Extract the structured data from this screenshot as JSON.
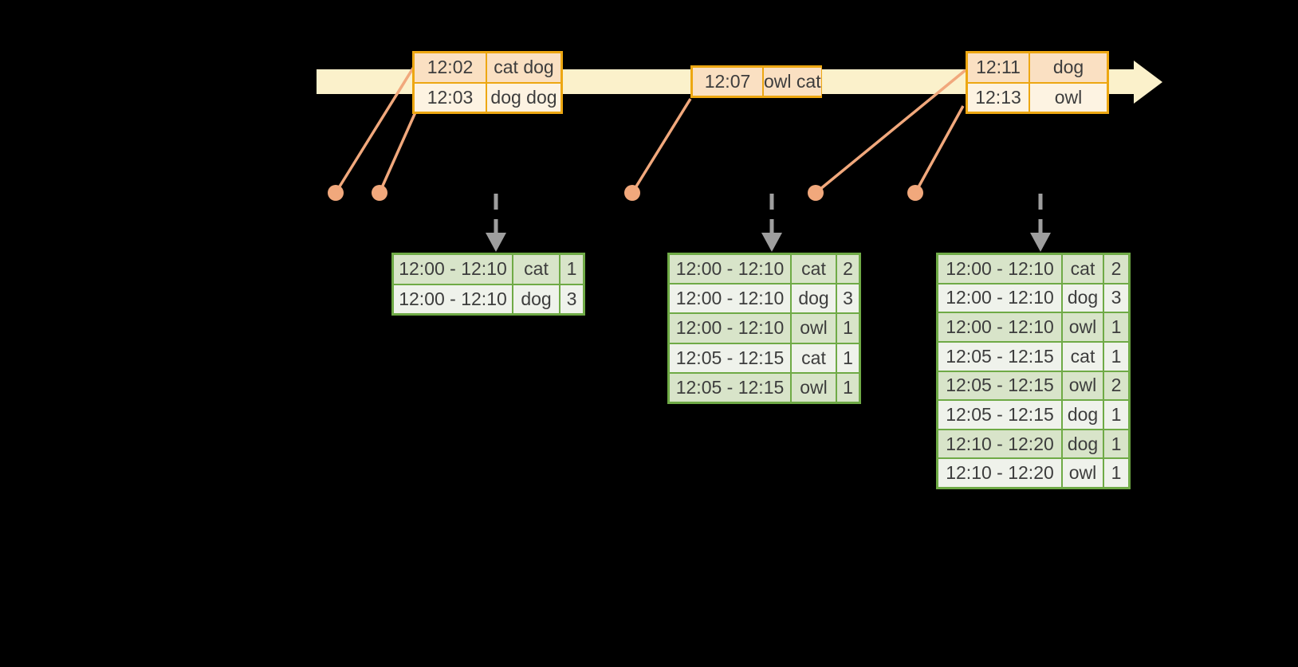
{
  "palette": {
    "background": "#000000",
    "timeline_band": "#FBF1CB",
    "event_table_border": "#EDA712",
    "event_row_dark_bg": "#FAE0C2",
    "event_row_light_bg": "#FDF3E2",
    "connector_salmon": "#F1A87C",
    "result_table_border": "#6FAA46",
    "result_row_dark_bg": "#D8E4C9",
    "result_row_light_bg": "#EFF2EB",
    "trigger_arrow_gray": "#9E9E9E",
    "table_text": "#3D3D3D"
  },
  "timeline": {
    "event_tables": [
      {
        "rows": [
          {
            "time": "12:02",
            "words": "cat dog"
          },
          {
            "time": "12:03",
            "words": "dog dog"
          }
        ]
      },
      {
        "rows": [
          {
            "time": "12:07",
            "words": "owl cat"
          }
        ]
      },
      {
        "rows": [
          {
            "time": "12:11",
            "words": "dog"
          },
          {
            "time": "12:13",
            "words": "owl"
          }
        ]
      }
    ]
  },
  "result_tables": [
    {
      "rows": [
        {
          "window": "12:00 - 12:10",
          "word": "cat",
          "count": "1"
        },
        {
          "window": "12:00 - 12:10",
          "word": "dog",
          "count": "3"
        }
      ]
    },
    {
      "rows": [
        {
          "window": "12:00 - 12:10",
          "word": "cat",
          "count": "2"
        },
        {
          "window": "12:00 - 12:10",
          "word": "dog",
          "count": "3"
        },
        {
          "window": "12:00 - 12:10",
          "word": "owl",
          "count": "1"
        },
        {
          "window": "12:05 - 12:15",
          "word": "cat",
          "count": "1"
        },
        {
          "window": "12:05 - 12:15",
          "word": "owl",
          "count": "1"
        }
      ]
    },
    {
      "rows": [
        {
          "window": "12:00 - 12:10",
          "word": "cat",
          "count": "2"
        },
        {
          "window": "12:00 - 12:10",
          "word": "dog",
          "count": "3"
        },
        {
          "window": "12:00 - 12:10",
          "word": "owl",
          "count": "1"
        },
        {
          "window": "12:05 - 12:15",
          "word": "cat",
          "count": "1"
        },
        {
          "window": "12:05 - 12:15",
          "word": "owl",
          "count": "2"
        },
        {
          "window": "12:05 - 12:15",
          "word": "dog",
          "count": "1"
        },
        {
          "window": "12:10 - 12:20",
          "word": "dog",
          "count": "1"
        },
        {
          "window": "12:10 - 12:20",
          "word": "owl",
          "count": "1"
        }
      ]
    }
  ]
}
